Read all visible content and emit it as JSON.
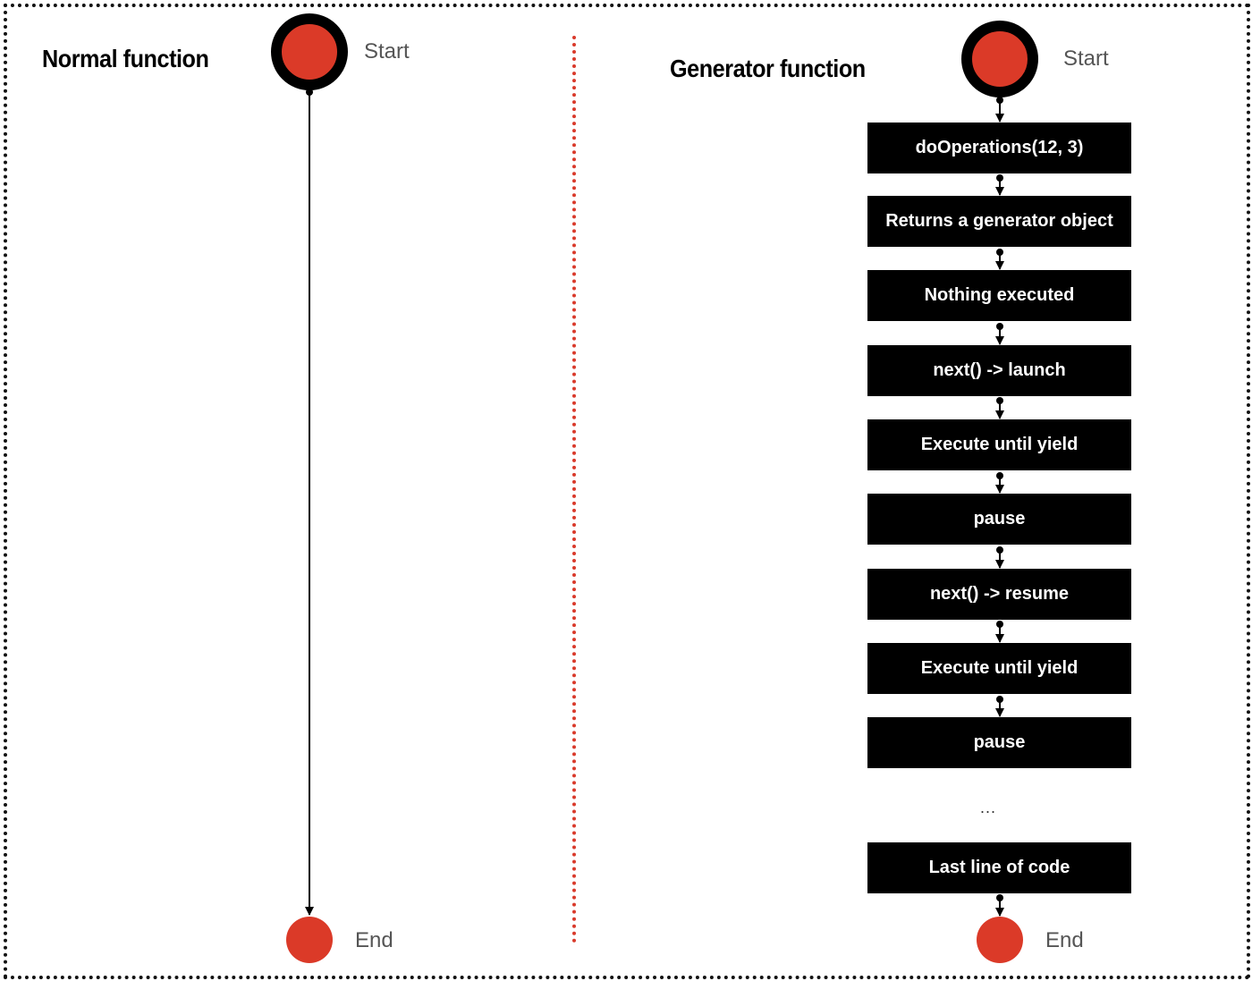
{
  "normal": {
    "title": "Normal function",
    "start_label": "Start",
    "end_label": "End"
  },
  "generator": {
    "title": "Generator function",
    "start_label": "Start",
    "end_label": "End",
    "steps": [
      "doOperations(12, 3)",
      "Returns a generator object",
      "Nothing executed",
      "next() -> launch",
      "Execute until yield",
      "pause",
      "next() -> resume",
      "Execute until yield",
      "pause"
    ],
    "ellipsis": "...",
    "last_step": "Last line of code"
  },
  "colors": {
    "node_fill": "#db3a28",
    "node_ring": "#000000",
    "box_fill": "#000000",
    "box_text": "#ffffff",
    "divider": "#d93a2b",
    "label_text": "#555555"
  },
  "icons": {
    "start_node": "start-circle-icon",
    "end_node": "end-circle-icon"
  }
}
